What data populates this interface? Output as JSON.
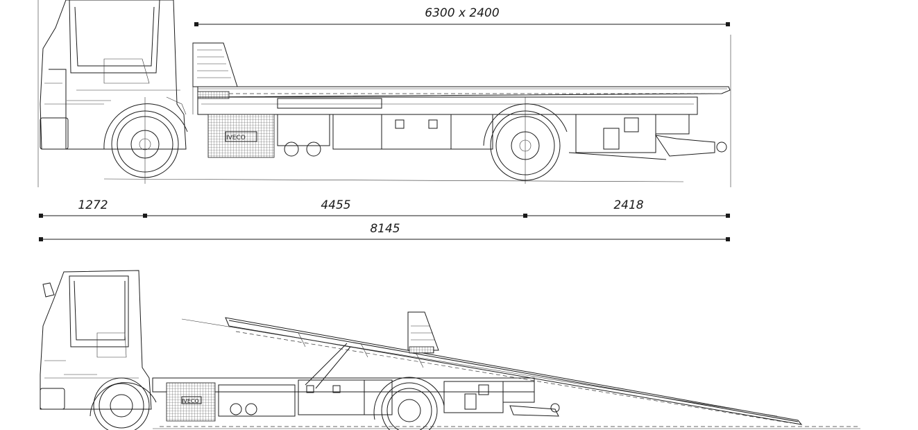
{
  "dimensions": {
    "platform": "6300 x 2400",
    "front_overhang": "1272",
    "wheelbase": "4455",
    "rear_overhang": "2418",
    "overall_length": "8145"
  },
  "labels": {
    "brand_top": "IVECO",
    "brand_bottom": "IVECO"
  },
  "colors": {
    "line": "#1a1a1a",
    "background": "#ffffff"
  }
}
